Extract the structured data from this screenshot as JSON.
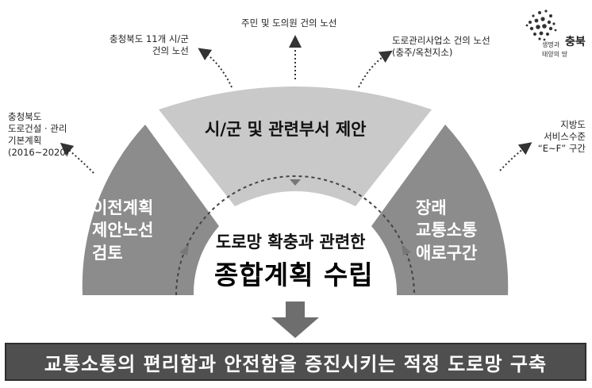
{
  "segments": {
    "left": [
      "이전계획",
      "제안노선",
      "검토"
    ],
    "top": "시/군 및 관련부서 제안",
    "right": [
      "장래",
      "교통소통",
      "애로구간"
    ]
  },
  "center": {
    "subtitle": "도로망 확충과 관련한",
    "title": "종합계획 수립"
  },
  "annotations": {
    "left_plan": [
      "충청북도",
      "도로건설 · 관리",
      "기본계획",
      "(2016~2020)"
    ],
    "cities": [
      "충청북도 11개 시/군",
      "건의 노선"
    ],
    "residents": "주민 및 도의원 건의 노선",
    "office": [
      "도로관리사업소 건의 노선",
      "(충주/옥천지소)"
    ],
    "service": [
      "지방도",
      "서비스수준",
      "“E~F” 구간"
    ]
  },
  "bottom_bar": "교통소통의 편리함과 안전함을 증진시키는 적정 도로망 구축",
  "logo": {
    "line1": "생명과",
    "line2": "충북",
    "line3": "태양의 땅"
  },
  "colors": {
    "side_segment": "#8c8c8c",
    "top_segment": "#c9c9c9",
    "bar": "#4f4f4f",
    "arrow": "#6e6e6e"
  }
}
